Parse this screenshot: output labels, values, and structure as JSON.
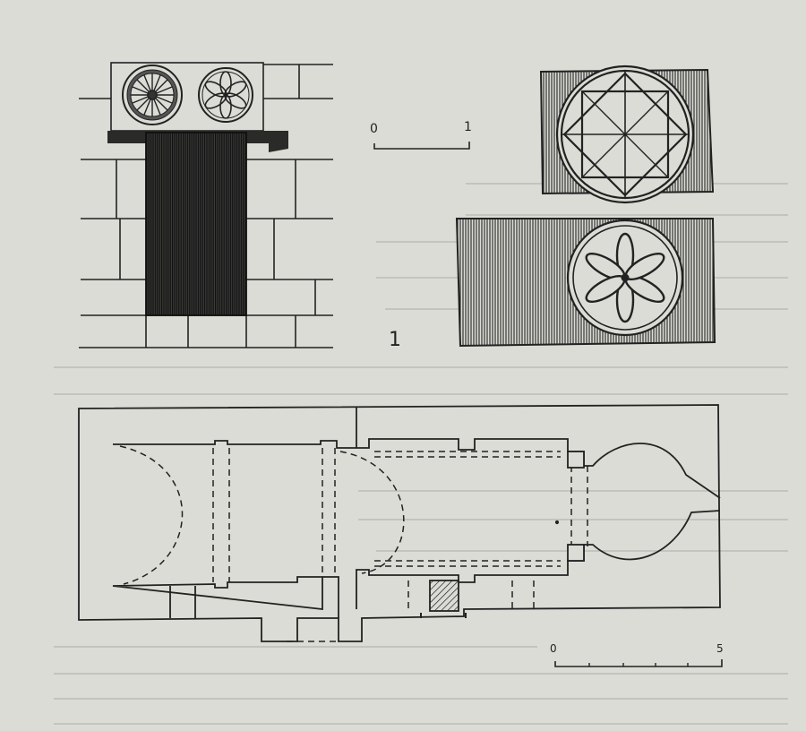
{
  "colors": {
    "paper": "#dcdcd6",
    "ink": "#222222",
    "bleed": "#b9bab4"
  },
  "figure": {
    "number": "1"
  },
  "scale_bar_small": {
    "label_start": "0",
    "label_end": "1"
  },
  "scale_bar_large": {
    "label_start": "0",
    "label_end": "5"
  },
  "motifs": {
    "lintel_left": "rosette-icon",
    "lintel_right": "six-petal-flower-icon",
    "panel_top": "star-polygon-icon",
    "panel_bottom": "six-petal-rosette-icon"
  }
}
